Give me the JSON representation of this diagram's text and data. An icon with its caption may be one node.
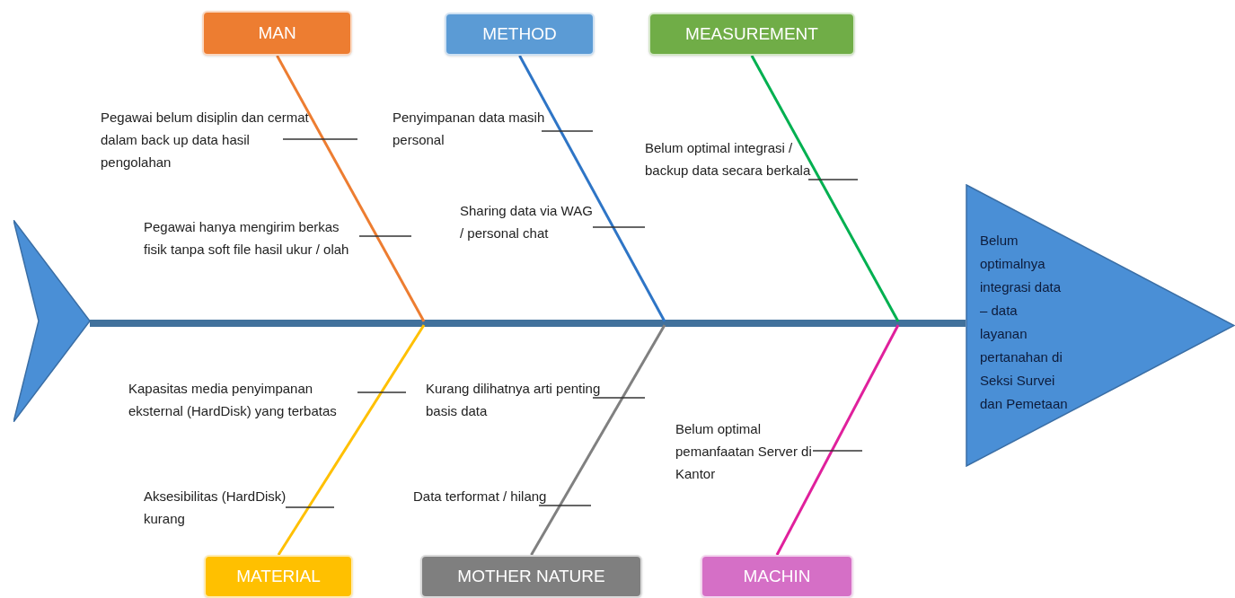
{
  "diagram": {
    "nodes": [
      {
        "text": [
          "MAN"
        ]
      },
      {
        "text": [
          "METHOD"
        ]
      },
      {
        "text": [
          "MEASUREMENT"
        ]
      },
      {
        "text": [
          "MATERIAL"
        ]
      },
      {
        "text": [
          "MOTHER NATURE"
        ]
      },
      {
        "text": [
          "MACHIN"
        ]
      },
      {
        "text": [
          "Belum optimalnya integrasi data – data layanan pertanahan di Seksi Survei dan Pemetaan"
        ]
      },
      {
        "text": [],
        "shape": "chevron"
      }
    ],
    "edges": [
      {
        "from": 7,
        "to": 6,
        "arrow": "none",
        "style": "thick",
        "color": "#41719c"
      },
      {
        "from": 0,
        "to": null,
        "arrow": "none",
        "color": "#ed7d31"
      },
      {
        "from": 1,
        "to": null,
        "arrow": "none",
        "color": "#2e75c6"
      },
      {
        "from": 2,
        "to": null,
        "arrow": "none",
        "color": "#00b050"
      },
      {
        "from": 3,
        "to": null,
        "arrow": "none",
        "color": "#ffc000"
      },
      {
        "from": 4,
        "to": null,
        "arrow": "none",
        "color": "#808080"
      },
      {
        "from": 5,
        "to": null,
        "arrow": "none",
        "color": "#e0209c"
      }
    ],
    "labels": [
      "Pegawai belum disiplin dan cermat dalam back up data hasil pengolahan",
      "Pegawai hanya mengirim berkas fisik tanpa soft file hasil ukur / olah",
      "Penyimpanan data masih personal",
      "Sharing data via WAG / personal chat",
      "Belum optimal integrasi / backup data secara berkala",
      "Kapasitas media penyimpanan eksternal (HardDisk) yang terbatas",
      "Aksesibilitas (HardDisk) kurang",
      "Kurang dilihatnya arti penting basis data",
      "Data terformat / hilang",
      "Belum optimal pemanfaatan Server di Kantor"
    ]
  }
}
